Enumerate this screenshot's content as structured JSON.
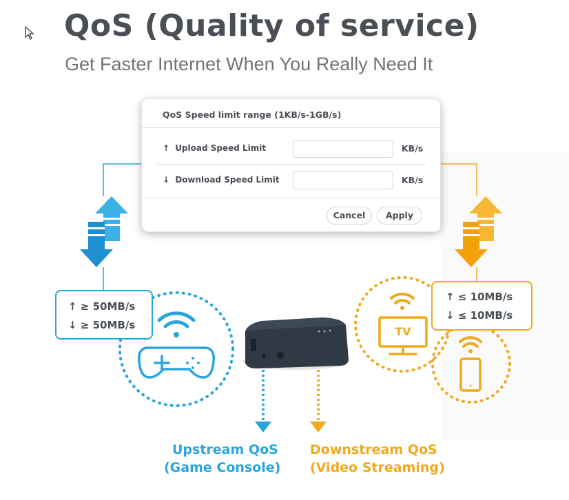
{
  "title": "QoS (Quality of service)",
  "subtitle": "Get Faster Internet When You Really Need It",
  "panel": {
    "title": "QoS Speed limit range (1KB/s-1GB/s)",
    "upload": {
      "arrow": "↑",
      "label": "Upload Speed Limit",
      "value": "",
      "unit": "KB/s"
    },
    "download": {
      "arrow": "↓",
      "label": "Download Speed Limit",
      "value": "",
      "unit": "KB/s"
    },
    "cancel_label": "Cancel",
    "apply_label": "Apply"
  },
  "left_box": {
    "up": "↑ ≥ 50MB/s",
    "down": "↓ ≥ 50MB/s"
  },
  "right_box": {
    "up": "↑ ≤ 10MB/s",
    "down": "↓ ≤ 10MB/s"
  },
  "tv_label": "TV",
  "left_caption": {
    "line1": "Upstream QoS",
    "line2": "(Game Console)"
  },
  "right_caption": {
    "line1": "Downstream QoS",
    "line2": "(Video Streaming)"
  },
  "colors": {
    "blue": "#2aa4dc",
    "orange": "#f0a81c",
    "text": "#4a4f55",
    "router": "#2d3741"
  }
}
